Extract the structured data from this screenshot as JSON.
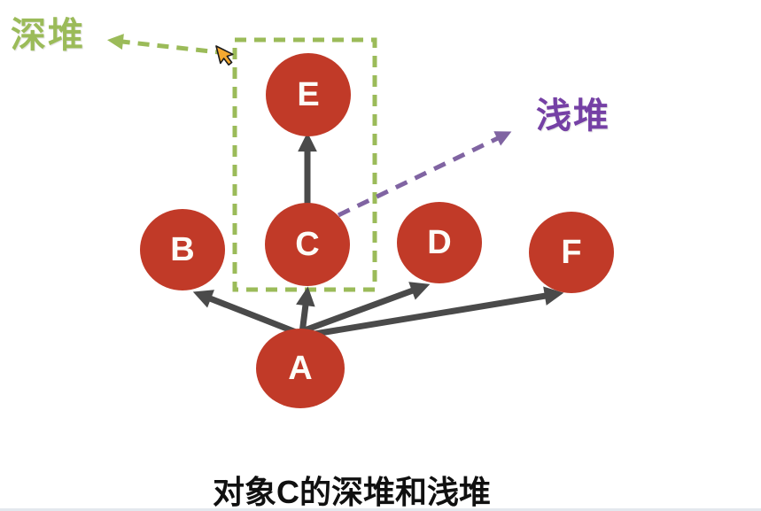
{
  "diagram": {
    "caption": "对象C的深堆和浅堆",
    "deep_heap": {
      "label": "深堆",
      "color": "#9bbb59"
    },
    "shallow_heap": {
      "label": "浅堆",
      "color": "#7540a5"
    },
    "nodes": [
      {
        "id": "E",
        "label": "E",
        "in_deep_heap_box": true
      },
      {
        "id": "C",
        "label": "C",
        "in_deep_heap_box": true
      },
      {
        "id": "B",
        "label": "B",
        "in_deep_heap_box": false
      },
      {
        "id": "D",
        "label": "D",
        "in_deep_heap_box": false
      },
      {
        "id": "F",
        "label": "F",
        "in_deep_heap_box": false
      },
      {
        "id": "A",
        "label": "A",
        "in_deep_heap_box": false
      }
    ],
    "edges": [
      {
        "from": "A",
        "to": "B"
      },
      {
        "from": "A",
        "to": "C"
      },
      {
        "from": "A",
        "to": "D"
      },
      {
        "from": "A",
        "to": "F"
      },
      {
        "from": "C",
        "to": "E"
      }
    ],
    "annotations": [
      {
        "label": "深堆",
        "points_from": "deep-heap-box",
        "style": "green-dashed-arrow"
      },
      {
        "label": "浅堆",
        "points_from": "node-C",
        "style": "purple-dashed-arrow"
      }
    ],
    "colors": {
      "node_fill": "#c13a28",
      "edge_arrow": "#4a4a4a",
      "deep_heap_accent": "#9bbb59",
      "shallow_heap_accent": "#8064a2",
      "node_label_text": "#ffffff",
      "caption_text": "#101010",
      "cursor_fill": "#f5a930"
    }
  }
}
